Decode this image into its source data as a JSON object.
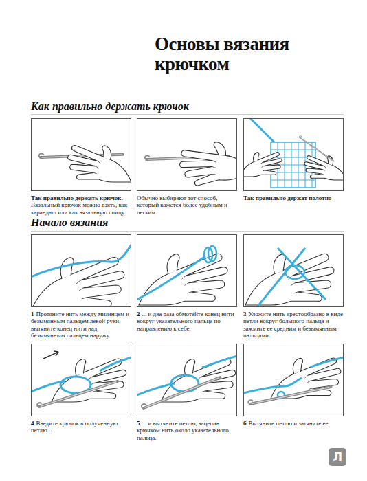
{
  "diagram": {
    "title": "Основы вязания крючком",
    "nodes": [
      {
        "text": [
          "Так правильно держать крючок.",
          "Вязальный крючок можно взять, как карандаш или как вязальную спицу."
        ]
      },
      {
        "text": [
          "Обычно выбирают тот способ, который кажется более удобным и легким."
        ]
      },
      {
        "text": [
          "Так правильно держат полотно"
        ]
      },
      {
        "text": [
          "1",
          "Протяните нить между мизинцем и безымянным пальцем левой руки, вытяните конец нити над безымянным пальцем наружу."
        ]
      },
      {
        "text": [
          "2",
          "... и два раза обмотайте конец нити вокруг указательного пальца по направлению к себе."
        ]
      },
      {
        "text": [
          "3",
          "Уложите нить крестообразно в виде петли вокруг большого пальца и зажмите ее средним и безымянным пальцами."
        ]
      },
      {
        "text": [
          "4",
          "Введите крючок в полученную петлю..."
        ]
      },
      {
        "text": [
          "5",
          "... и вытяните петлю, зацепив крючком нить около указательного пальца."
        ]
      },
      {
        "text": [
          "6",
          "Вытяните петлю и затяните ее."
        ]
      }
    ],
    "labels": [
      "Как правильно держать крючок",
      "Начало вязания",
      "Л"
    ]
  }
}
